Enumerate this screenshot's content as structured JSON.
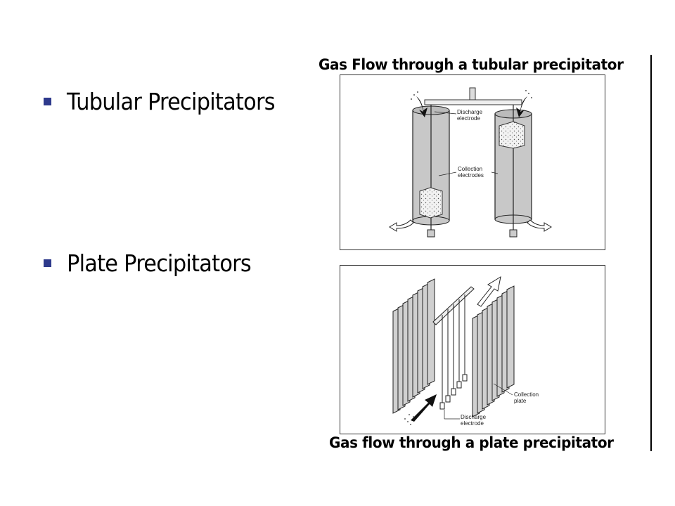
{
  "bullets": [
    {
      "text": "Tubular Precipitators"
    },
    {
      "text": "Plate Precipitators"
    }
  ],
  "figures": {
    "tubular": {
      "caption": "Gas Flow through a tubular precipitator",
      "labels": {
        "discharge": [
          "Discharge",
          "electrode"
        ],
        "collection": [
          "Collection",
          "electrodes"
        ]
      }
    },
    "plate": {
      "caption": "Gas flow through a plate precipitator",
      "labels": {
        "collection": [
          "Collection",
          "plate"
        ],
        "discharge": [
          "Discharge",
          "electrode"
        ]
      }
    }
  },
  "colors": {
    "bullet": "#2e3a8c",
    "tube_fill": "#c8c8c8",
    "plate_fill": "#d0d0d0"
  }
}
